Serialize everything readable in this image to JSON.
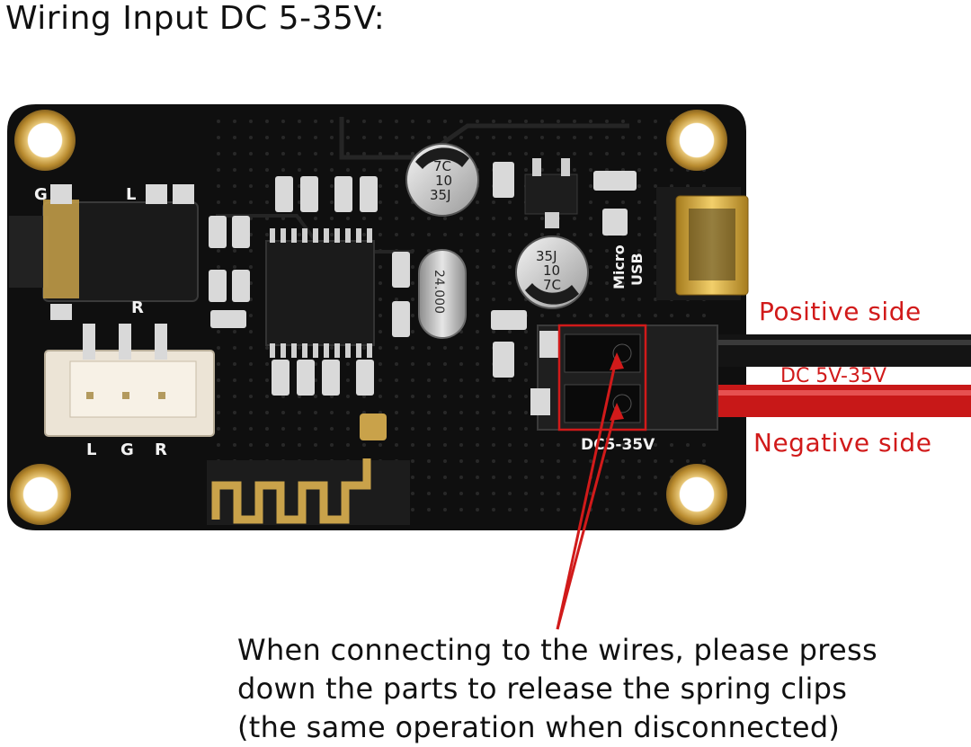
{
  "title": "Wiring Input DC 5-35V:",
  "labels": {
    "positive": "Positive side",
    "voltage": "DC 5V-35V",
    "negative": "Negative side"
  },
  "caption": {
    "line1": "When connecting to the wires, please press",
    "line2": "down the parts to release the spring clips",
    "line3": "(the same operation when disconnected)"
  },
  "board_silkscreen": {
    "micro_usb_line1": "Micro",
    "micro_usb_line2": "USB",
    "dc_label": "DC5-35V",
    "pin_L": "L",
    "pin_G": "G",
    "pin_R": "R",
    "jack_G": "G",
    "jack_L": "L",
    "jack_R": "R"
  },
  "components": {
    "cap1_line1": "7C",
    "cap1_line2": "10",
    "cap1_line3": "35J",
    "cap2_line1": "35J",
    "cap2_line2": "10",
    "cap2_line3": "7C",
    "crystal": "24.000"
  },
  "colors": {
    "annotation_red": "#d11a1a",
    "board": "#111111",
    "wire_positive": "#141414",
    "wire_negative": "#d11a1a",
    "gold_pad": "#c9a24a"
  }
}
